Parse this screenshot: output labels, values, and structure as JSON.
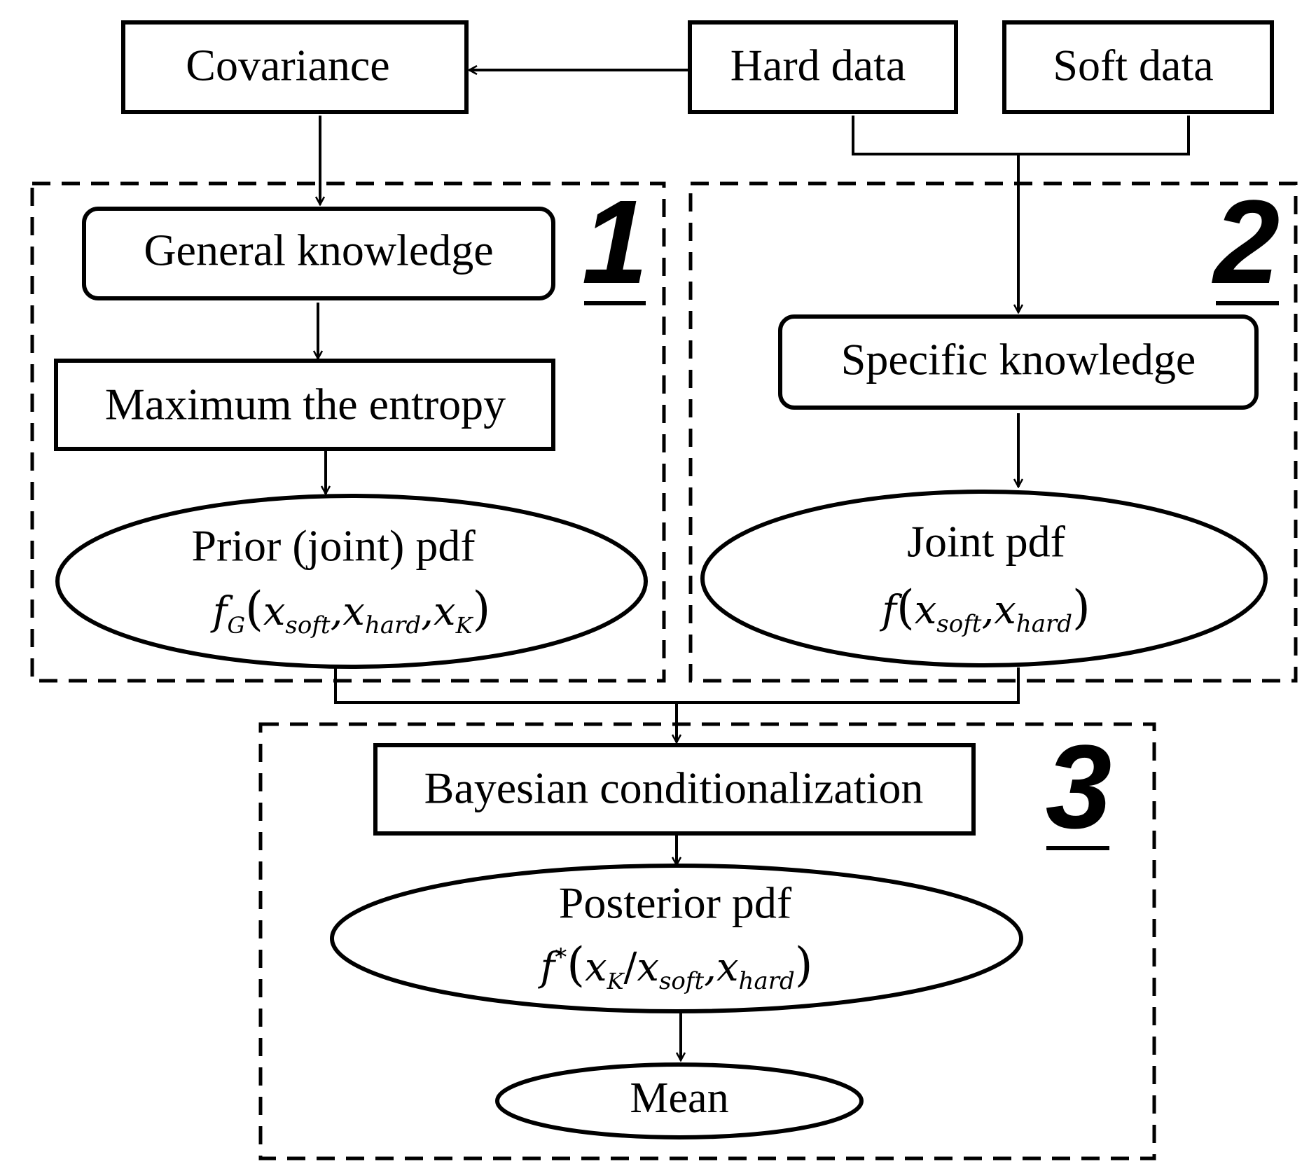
{
  "nodes": {
    "covariance": "Covariance",
    "hard_data": "Hard data",
    "soft_data": "Soft data",
    "general_knowledge": "General knowledge",
    "maximum_entropy": "Maximum the entropy",
    "prior_pdf": {
      "title": "Prior (joint) pdf",
      "formula": {
        "f": "f",
        "sub": "G",
        "args": [
          "soft",
          "hard",
          "K"
        ]
      }
    },
    "specific_knowledge": "Specific knowledge",
    "joint_pdf": {
      "title": "Joint pdf",
      "formula": {
        "f": "f",
        "args": [
          "soft",
          "hard"
        ]
      }
    },
    "bayesian": "Bayesian conditionalization",
    "posterior_pdf": {
      "title": "Posterior pdf",
      "formula": {
        "f": "f",
        "sup": "*",
        "given": "K",
        "args": [
          "soft",
          "hard"
        ]
      }
    },
    "mean": "Mean"
  },
  "groups": {
    "group1": "1",
    "group2": "2",
    "group3": "3"
  },
  "symbols": {
    "x": "x",
    "open_paren": "(",
    "close_paren": ")",
    "comma": ",",
    "slash": "/"
  }
}
